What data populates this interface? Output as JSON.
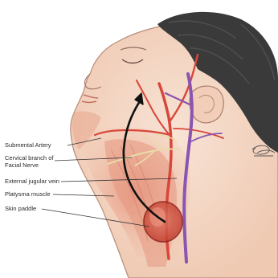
{
  "labels": {
    "submental_artery": "Submental Artery",
    "cervical_branch_line1": "Cervical branch of",
    "cervical_branch_line2": "Facial Nerve",
    "external_jugular_vein": "External jugular vein",
    "platysma_muscle": "Platysma muscle",
    "skin_paddle": "Skin paddle"
  },
  "colors": {
    "skin": "#f4d6c4",
    "skin_shadow": "#e6b49c",
    "hair": "#3a3a3a",
    "artery": "#d9463a",
    "vein": "#8a55b0",
    "nerve": "#e9dba8",
    "muscle": "#e08a74",
    "arrow": "#111111"
  },
  "icons": {
    "arrow": "curved-arrow-icon",
    "signature": "artist-signature"
  }
}
